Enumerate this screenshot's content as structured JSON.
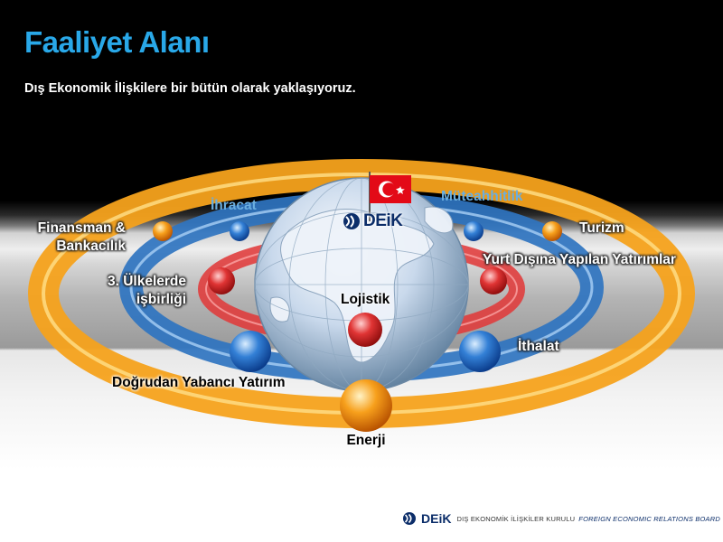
{
  "header": {
    "title": "Faaliyet Alanı",
    "subtitle": "Dış Ekonomik İlişkilere bir bütün olarak yaklaşıyoruz."
  },
  "diagram": {
    "hub": {
      "logo_text": "DEiK"
    },
    "outer_ring": {
      "color": "#f6a21c",
      "items": {
        "finansman_1": "Finansman &",
        "finansman_2": "Bankacılık",
        "turizm": "Turizm",
        "enerji": "Enerji"
      }
    },
    "middle_ring": {
      "color": "#2f74c0",
      "items": {
        "ihracat": "İhracat",
        "muteahhitlik": "Müteahhitlik",
        "dogrudan": "Doğrudan Yabancı Yatırım",
        "ithalat": "İthalat"
      }
    },
    "inner_ring": {
      "color": "#e03a3a",
      "items": {
        "ulkeler_1": "3. Ülkelerde",
        "ulkeler_2": "işbirliği",
        "yurt_disina": "Yurt Dışına Yapılan Yatırımlar",
        "lojistik": "Lojistik"
      }
    },
    "flag_color": "#e30a17"
  },
  "footer": {
    "logo_text": "DEiK",
    "org_tr": "DIŞ EKONOMİK İLİŞKİLER KURULU",
    "org_en": "FOREIGN ECONOMIC RELATIONS BOARD"
  }
}
